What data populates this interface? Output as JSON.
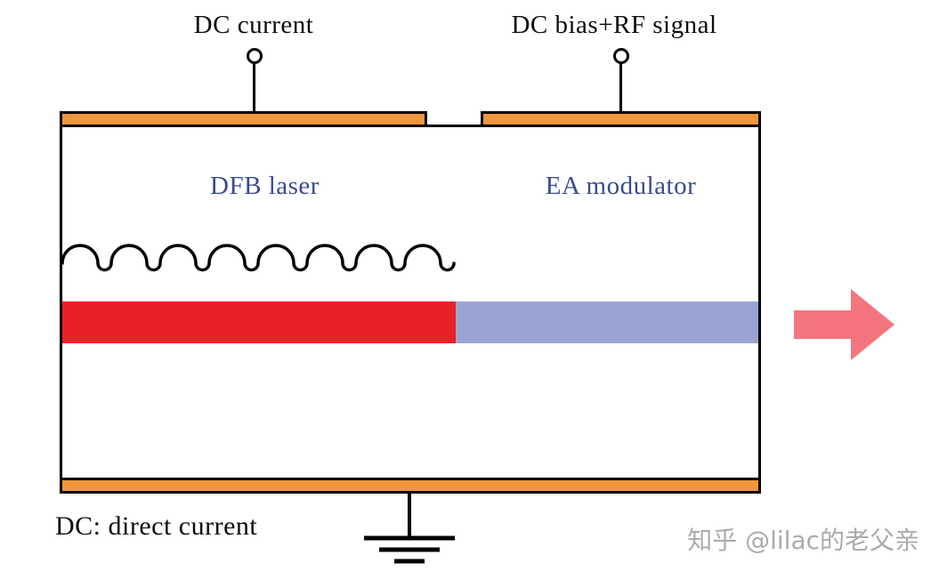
{
  "diagram": {
    "top_labels": {
      "left": "DC current",
      "right": "DC bias+RF signal"
    },
    "sections": {
      "dfb_laser": "DFB laser",
      "ea_modulator": "EA modulator"
    },
    "footnote": "DC: direct current",
    "watermark": "知乎 @lilac的老父亲",
    "icons": {
      "terminal_left": "circle-terminal",
      "terminal_right": "circle-terminal",
      "grating": "wavy-grating",
      "output_arrow": "right-arrow",
      "ground": "ground-symbol"
    },
    "colors": {
      "contact_orange": "#f0963c",
      "label_blue": "#3a4c8f",
      "laser_red": "#e82129",
      "modulator_purple": "#9aa3d2",
      "arrow_pink": "#f4757e",
      "outline_black": "#000000",
      "watermark_gray": "#ababab"
    }
  }
}
